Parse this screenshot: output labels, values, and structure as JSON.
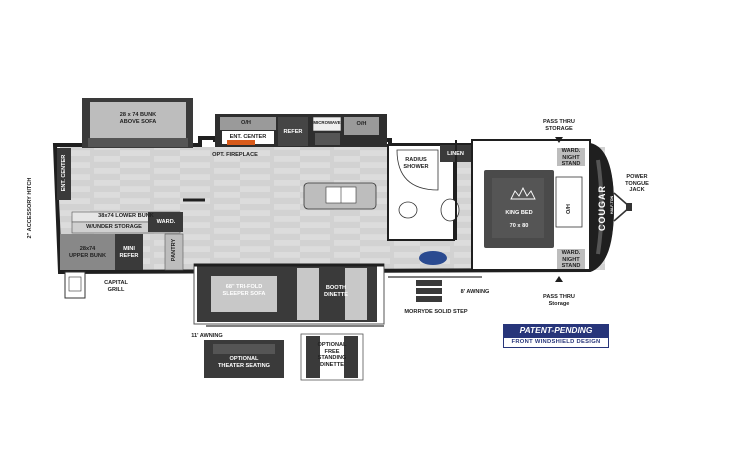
{
  "labels": {
    "bunk_above_sofa": "28 x 74 BUNK\nABOVE SOFA",
    "ent_center_left": "ENT. CENTER",
    "accessory_hitch": "2\" ACCESSORY HITCH",
    "lower_bunk": "38x74 LOWER BUNK",
    "under_storage": "W/UNDER STORAGE",
    "upper_bunk": "28x74\nUPPER BUNK",
    "mini_refer": "MINI\nREFER",
    "capital_grill": "CAPITAL\nGRILL",
    "ward_left": "WARD.",
    "pantry": "PANTRY",
    "oh_1": "O/H",
    "ent_center": "ENT. CENTER",
    "opt_fireplace": "OPT. FIREPLACE",
    "refer": "REFER",
    "microwave": "MICROWAVE",
    "oh_2": "O/H",
    "radius_shower": "RADIUS\nSHOWER",
    "linen": "LINEN",
    "pass_thru_top": "PASS THRU\nSTORAGE",
    "ward_night_top": "WARD.\nNIGHT\nSTAND",
    "king_bed": "KING BED",
    "bed_size": "70 x 80",
    "oh_bed": "O/H",
    "power_jack": "POWER\nTONGUE\nJACK",
    "ward_night_bottom": "WARD.\nNIGHT\nSTAND",
    "pass_thru_bottom": "PASS THRU\nStorage",
    "sleeper_sofa": "68\" TRI-FOLD\nSLEEPER SOFA",
    "booth_dinette": "BOOTH\nDINETTE",
    "awning_8": "8' AWNING",
    "morryde_step": "MORRYDE SOLID STEP",
    "awning_11": "11' AWNING",
    "theater_seating": "OPTIONAL\nTHEATER SEATING",
    "free_standing_dinette": "OPTIONAL\nFREE\nSTANDING\nDINETTE",
    "brand_front": "COUGAR",
    "brand_sub": "HALF-TON"
  },
  "badge": {
    "line1": "PATENT-PENDING DESIGN",
    "line2": "FRONT WINDSHIELD DESIGN"
  },
  "colors": {
    "wall": "#1f1f1f",
    "floor": "#d9d9d9",
    "plank": "#c8c8c8",
    "furniture_dark": "#3d3d3d",
    "furniture_mid": "#6b6b6b",
    "furniture_light": "#b4b4b4",
    "badge_blue": "#27357a"
  }
}
